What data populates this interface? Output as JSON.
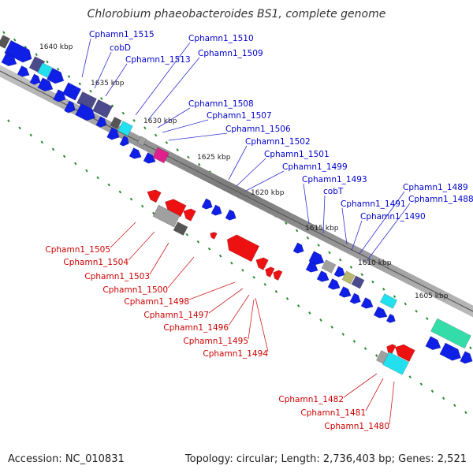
{
  "title": "Chlorobium phaeobacteroides BS1, complete genome",
  "footer": {
    "accession": "Accession: NC_010831",
    "summary": "Topology: circular; Length: 2,736,403 bp; Genes: 2,521"
  },
  "colors": {
    "forward_label": "#0000cc",
    "reverse_label": "#cc0000",
    "backbone": "#8a8a8a",
    "tick_green": "#2a8a2a",
    "blue": "#0f1fe6",
    "red": "#ee1111",
    "cyan": "#22e0ee",
    "gray": "#a0a0a0",
    "slate": "#4a4a8c",
    "magenta": "#e0208c",
    "olive": "#b8b870",
    "teal": "#33ddaa",
    "dark": "#555555"
  },
  "kbp_marks": [
    "1640 kbp",
    "1635 kbp",
    "1630 kbp",
    "1625 kbp",
    "1620 kbp",
    "1615 kbp",
    "1610 kbp",
    "1605 kbp"
  ],
  "forward_labels": [
    "Cphamn1_1515",
    "cobD",
    "Cphamn1_1513",
    "Cphamn1_1510",
    "Cphamn1_1509",
    "Cphamn1_1508",
    "Cphamn1_1507",
    "Cphamn1_1506",
    "Cphamn1_1502",
    "Cphamn1_1501",
    "Cphamn1_1499",
    "Cphamn1_1493",
    "cobT",
    "Cphamn1_1491",
    "Cphamn1_1490",
    "Cphamn1_1489",
    "Cphamn1_1488"
  ],
  "reverse_labels": [
    "Cphamn1_1505",
    "Cphamn1_1504",
    "Cphamn1_1503",
    "Cphamn1_1500",
    "Cphamn1_1498",
    "Cphamn1_1497",
    "Cphamn1_1496",
    "Cphamn1_1495",
    "Cphamn1_1494",
    "Cphamn1_1482",
    "Cphamn1_1481",
    "Cphamn1_1480"
  ]
}
